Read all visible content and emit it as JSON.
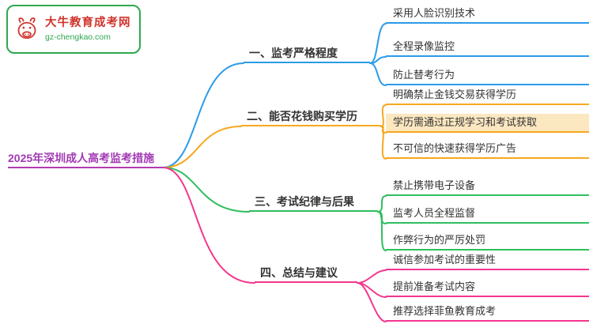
{
  "logo": {
    "title": "大牛教育成考网",
    "domain": "gz-chengkao.com"
  },
  "root": {
    "label": "2025年深圳成人高考监考措施"
  },
  "branches": [
    {
      "label": "一、监考严格程度",
      "color": "#2D9BE8",
      "children": [
        "采用人脸识别技术",
        "全程录像监控",
        "防止替考行为"
      ]
    },
    {
      "label": "二、能否花钱购买学历",
      "color": "#F7A81F",
      "children": [
        "明确禁止金钱交易获得学历",
        "学历需通过正规学习和考试获取",
        "不可信的快速获得学历广告"
      ]
    },
    {
      "label": "三、考试纪律与后果",
      "color": "#2FBE5F",
      "children": [
        "禁止携带电子设备",
        "监考人员全程监督",
        "作弊行为的严厉处罚"
      ]
    },
    {
      "label": "四、总结与建议",
      "color": "#F5368E",
      "children": [
        "诚信参加考试的重要性",
        "提前准备考试内容",
        "推荐选择菲鱼教育成考"
      ]
    }
  ],
  "colors": {
    "root_text": "#A23AB4",
    "root_line": "#B23BB0",
    "branch_blue": "#2D9BE8",
    "branch_orange": "#F7A81F",
    "branch_green": "#2FBE5F",
    "branch_pink": "#F5368E",
    "logo_red": "#D0342C",
    "logo_green": "#2FA84F",
    "highlight_bg": "#FBE7C0"
  }
}
